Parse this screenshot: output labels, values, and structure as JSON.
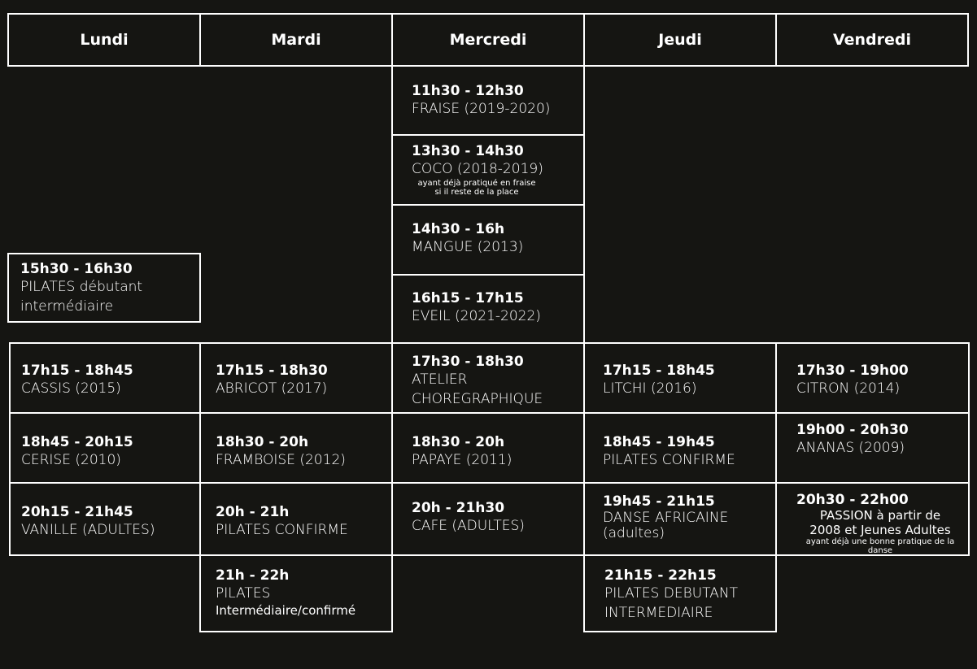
{
  "days": [
    "Lundi",
    "Mardi",
    "Mercredi",
    "Jeudi",
    "Vendredi"
  ],
  "mercredi_top": [
    {
      "time": "11h30 - 12h30",
      "name": "FRAISE (2019-2020)"
    },
    {
      "time": "13h30 - 14h30",
      "name": "COCO (2018-2019)",
      "note1": "ayant déjà pratiqué en fraise",
      "note2": "si il reste de la place"
    },
    {
      "time": "14h30 - 16h",
      "name": "MANGUE (2013)"
    },
    {
      "time": "16h15 - 17h15",
      "name": "EVEIL (2021-2022)"
    }
  ],
  "lundi_pilates": {
    "time": "15h30 - 16h30",
    "line1": "PILATES débutant",
    "line2": "intermédiaire"
  },
  "row1": [
    {
      "time": "17h15 - 18h45",
      "name": "CASSIS (2015)"
    },
    {
      "time": "17h15 - 18h30",
      "name": "ABRICOT (2017)"
    },
    {
      "time": "17h30 - 18h30",
      "line1": "ATELIER",
      "line2": "CHOREGRAPHIQUE"
    },
    {
      "time": "17h15 - 18h45",
      "name": "LITCHI (2016)"
    },
    {
      "time": "17h30 - 19h00",
      "name": "CITRON (2014)"
    }
  ],
  "row2": [
    {
      "time": "18h45 - 20h15",
      "name": "CERISE (2010)"
    },
    {
      "time": "18h30 - 20h",
      "name": "FRAMBOISE (2012)"
    },
    {
      "time": "18h30 - 20h",
      "name": "PAPAYE (2011)"
    },
    {
      "time": "18h45 - 19h45",
      "name": "PILATES CONFIRME"
    },
    {
      "time": "19h00 - 20h30",
      "name": "ANANAS (2009)"
    }
  ],
  "row3": [
    {
      "time": "20h15 - 21h45",
      "name": "VANILLE (ADULTES)"
    },
    {
      "time": "20h - 21h",
      "name": "PILATES CONFIRME"
    },
    {
      "time": "20h - 21h30",
      "name": "CAFE (ADULTES)"
    },
    {
      "time": "19h45 - 21h15",
      "line1": "DANSE AFRICAINE",
      "line2": "(adultes)"
    },
    {
      "time": "20h30 - 22h00",
      "line1": "PASSION à partir de",
      "line2": "2008 et Jeunes Adultes",
      "note": "ayant déjà une bonne pratique de la danse"
    }
  ],
  "row4": [
    {
      "time": "21h - 22h",
      "line1": "PILATES",
      "line2": "Intermédiaire/confirmé"
    },
    {
      "time": "21h15 - 22h15",
      "line1": "PILATES DEBUTANT",
      "line2": "INTERMEDIAIRE"
    }
  ]
}
